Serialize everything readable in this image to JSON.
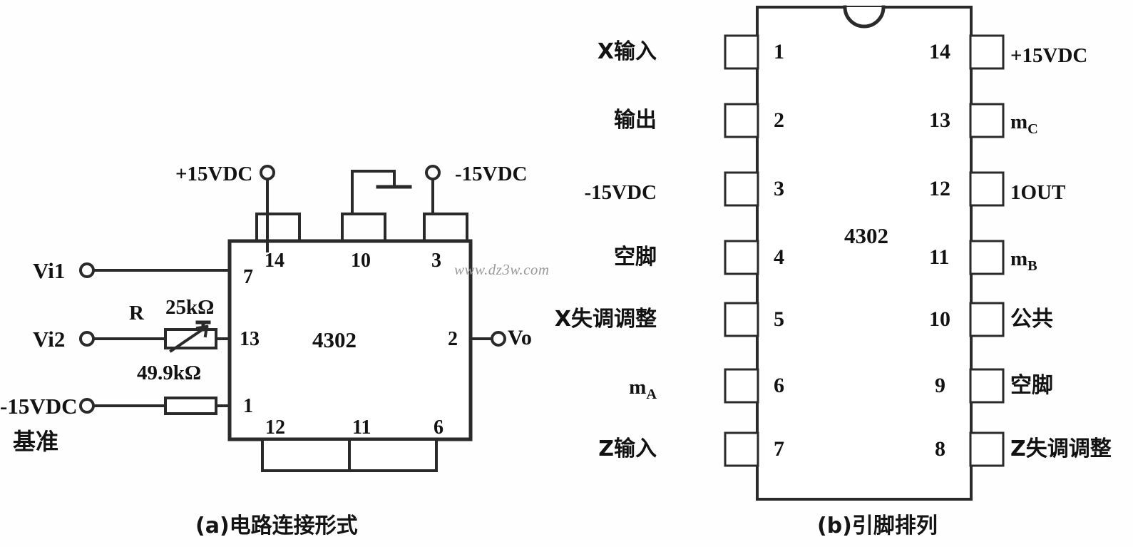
{
  "figure": {
    "device": "4302",
    "watermark": "www.dz3w.com",
    "panel_a_caption": "(a)电路连接形式",
    "panel_b_caption": "(b)引脚排列"
  },
  "panel_a": {
    "device_label": "4302",
    "terminals": [
      {
        "name": "vi1",
        "label": "Vi1"
      },
      {
        "name": "vi2",
        "label": "Vi2"
      },
      {
        "name": "neg15vdc",
        "label": "-15VDC"
      },
      {
        "name": "reference",
        "label": "基准"
      },
      {
        "name": "pos15vdc",
        "label": "+15VDC"
      },
      {
        "name": "neg15vdc_top",
        "label": "-15VDC"
      },
      {
        "name": "vo",
        "label": "Vo"
      }
    ],
    "components": [
      {
        "name": "resistor-r",
        "label": "R"
      },
      {
        "name": "potentiometer-25k",
        "label": "25kΩ"
      },
      {
        "name": "resistor-49k9",
        "label": "49.9kΩ"
      }
    ],
    "pin_numbers": {
      "left_top": "7",
      "top_left": "14",
      "top_mid": "10",
      "top_right": "3",
      "left_mid": "13",
      "right_mid": "2",
      "left_bottom": "1",
      "bottom_left": "12",
      "bottom_mid": "11",
      "bottom_right": "6"
    }
  },
  "panel_b": {
    "device_label": "4302",
    "left_pins": [
      {
        "number": "1",
        "label": "X输入"
      },
      {
        "number": "2",
        "label": "输出"
      },
      {
        "number": "3",
        "label": "-15VDC"
      },
      {
        "number": "4",
        "label": "空脚"
      },
      {
        "number": "5",
        "label": "X失调调整"
      },
      {
        "number": "6",
        "label": "m",
        "sub": "A"
      },
      {
        "number": "7",
        "label": "Z输入"
      }
    ],
    "right_pins": [
      {
        "number": "14",
        "label": "+15VDC"
      },
      {
        "number": "13",
        "label": "m",
        "sub": "C"
      },
      {
        "number": "12",
        "label": "1OUT"
      },
      {
        "number": "11",
        "label": "m",
        "sub": "B"
      },
      {
        "number": "10",
        "label": "公共"
      },
      {
        "number": "9",
        "label": "空脚"
      },
      {
        "number": "8",
        "label": "Z失调调整"
      }
    ]
  }
}
